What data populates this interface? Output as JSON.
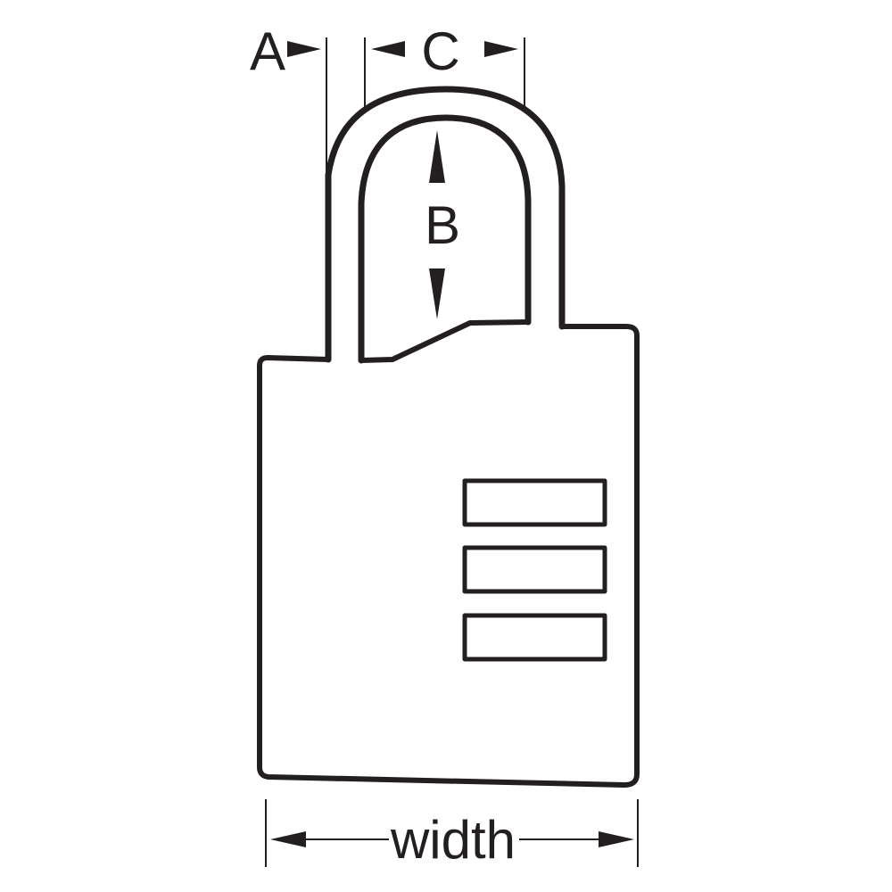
{
  "diagram": {
    "dimension_labels": {
      "a": "A",
      "b": "B",
      "c": "C",
      "width": "width"
    },
    "combination_dials": 3,
    "colors": {
      "stroke": "#231f20",
      "background": "#ffffff"
    }
  }
}
